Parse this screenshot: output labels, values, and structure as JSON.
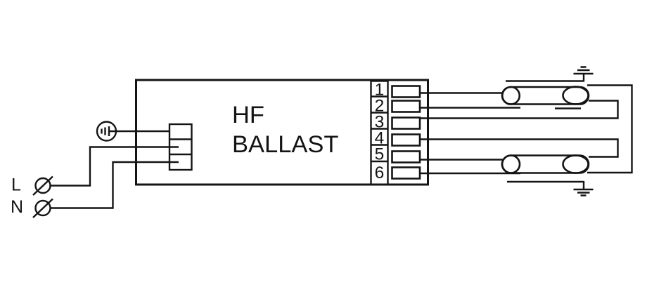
{
  "diagram": {
    "title_line1": "HF",
    "title_line2": "BALLAST",
    "input": {
      "line_label": "L",
      "neutral_label": "N"
    },
    "terminals": [
      "1",
      "2",
      "3",
      "4",
      "5",
      "6"
    ],
    "lamp_count": 2,
    "icons": {
      "input_earth": "protective-earth-circle-icon",
      "mains_terminal": "slash-circle-terminal-icon",
      "top_ground": "earth-ground-up-icon",
      "bottom_ground": "earth-ground-down-icon",
      "lamp": "fluorescent-tube-symbol"
    },
    "colors": {
      "ink": "#141414",
      "background": "#ffffff"
    }
  }
}
